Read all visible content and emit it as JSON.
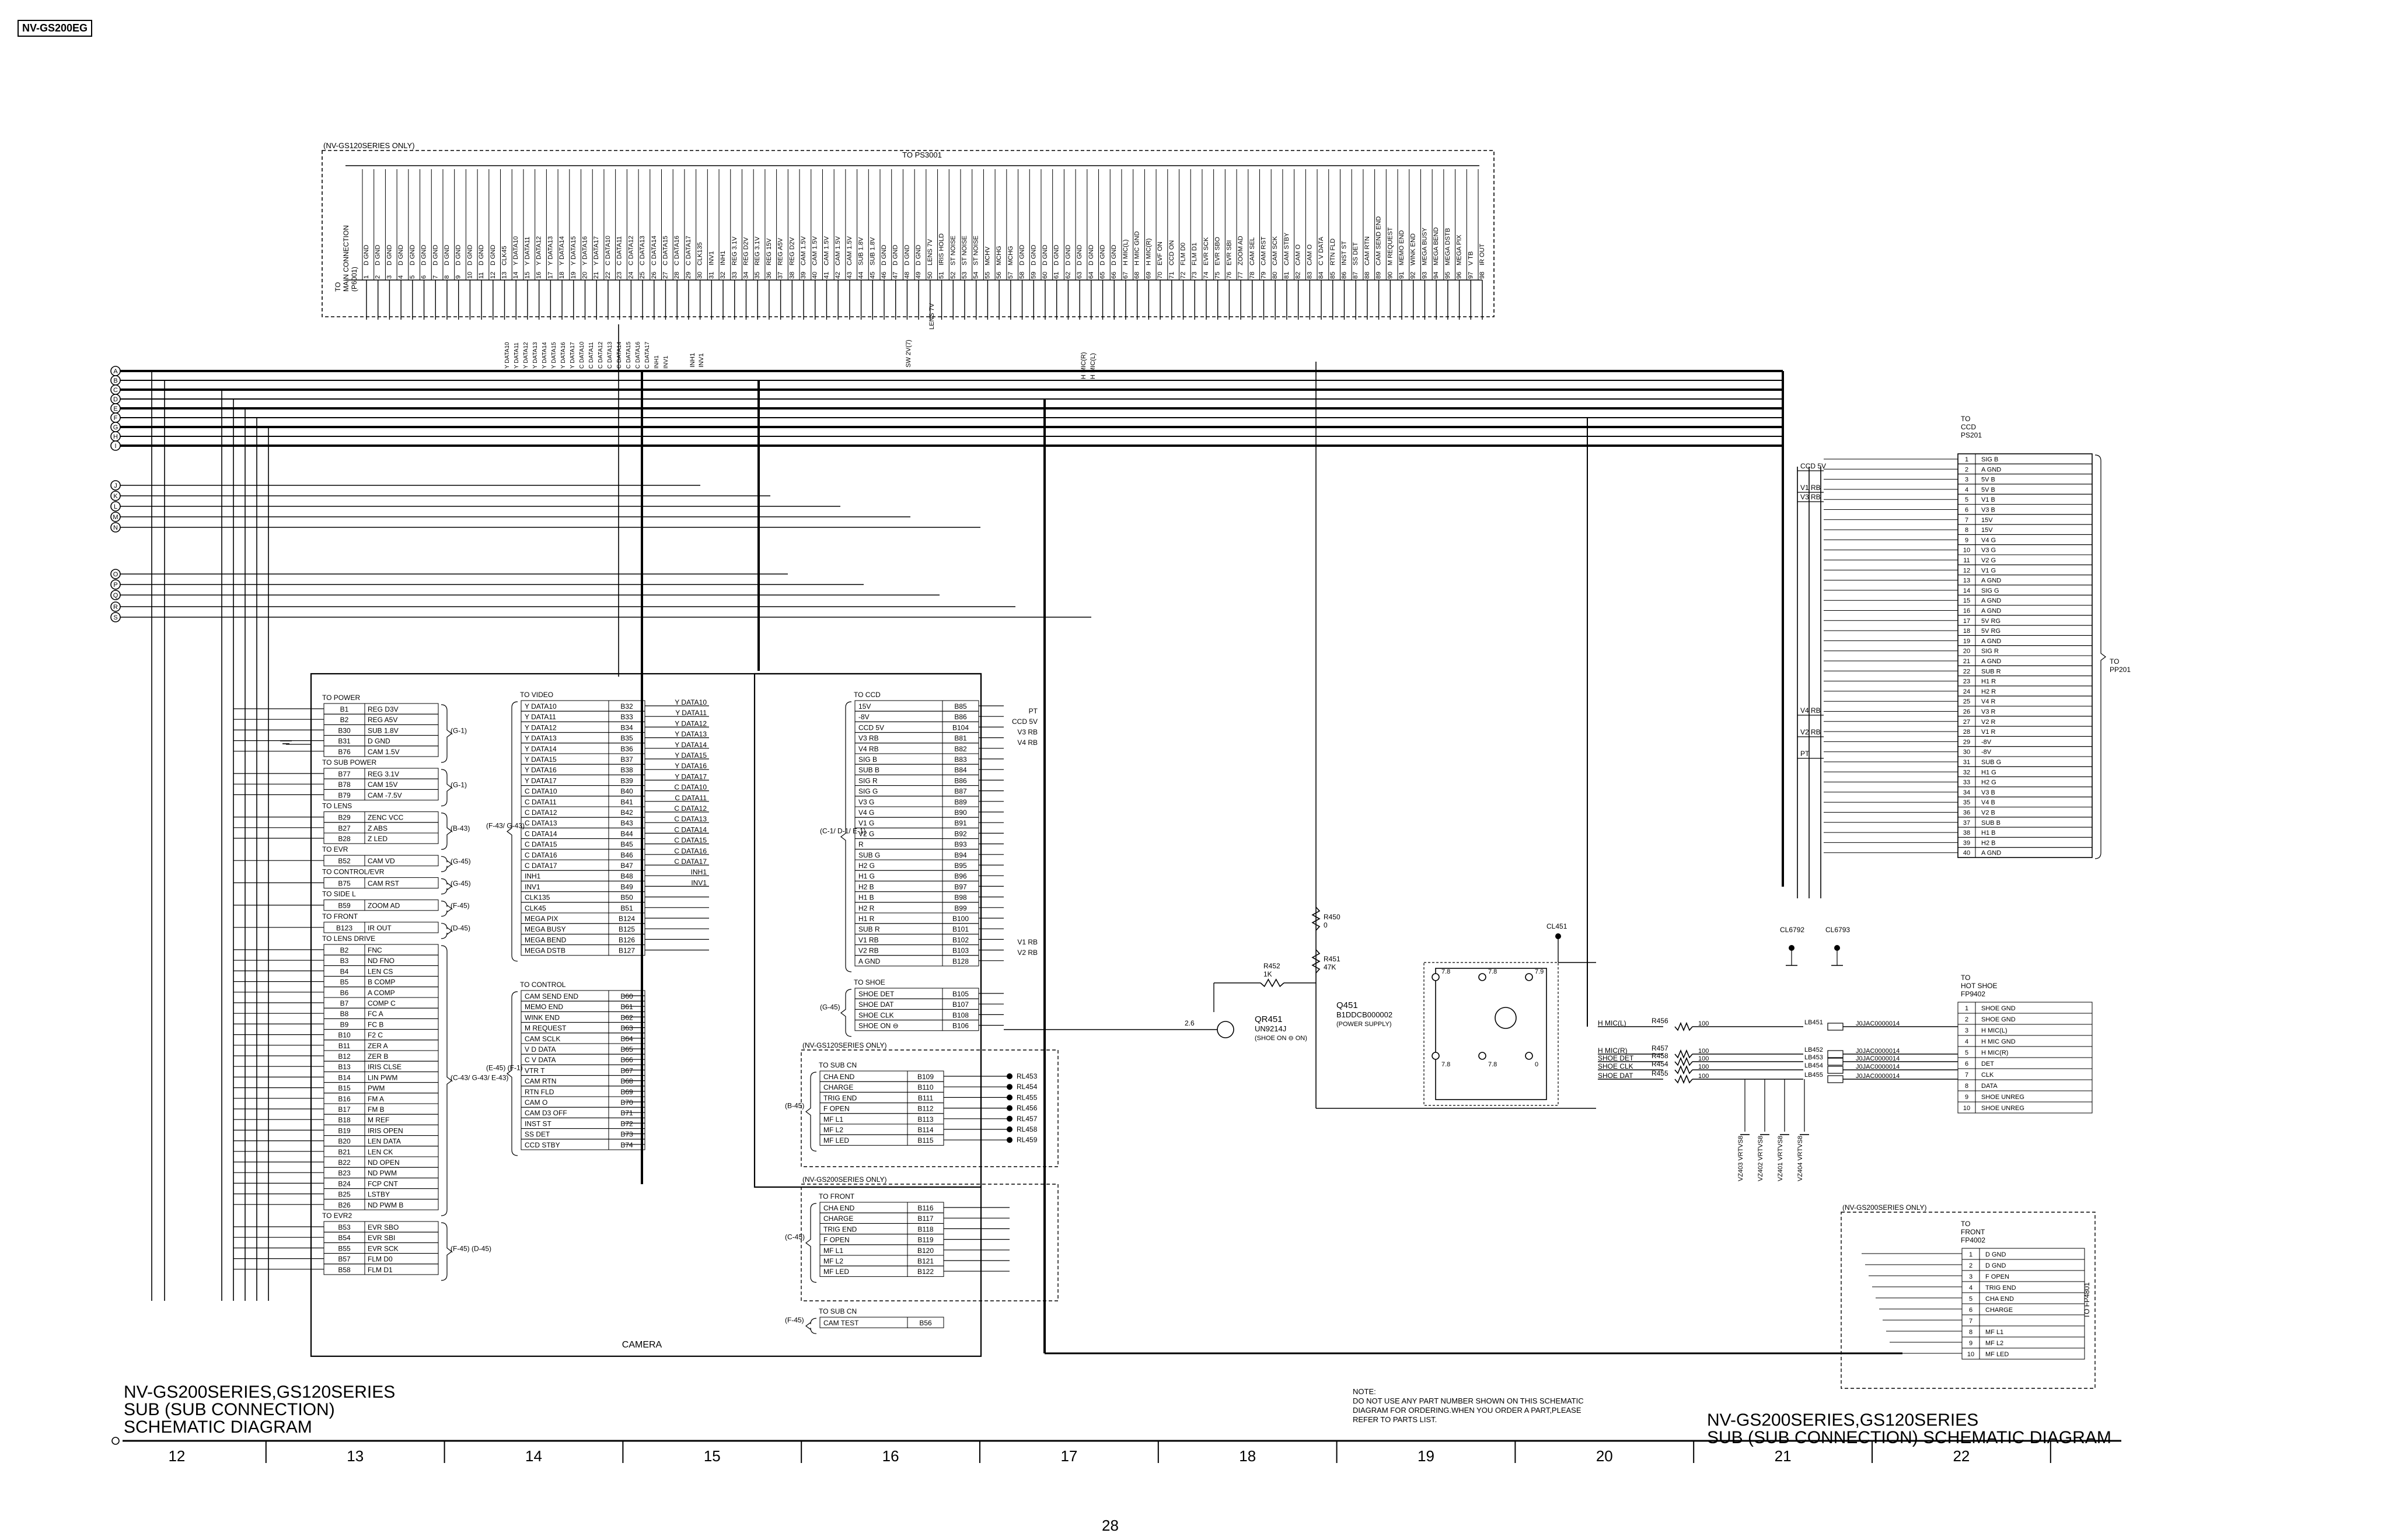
{
  "model_tag": "NV-GS200EG",
  "page_number": "28",
  "title_left": [
    "NV-GS200SERIES,GS120SERIES",
    "SUB (SUB CONNECTION)",
    "SCHEMATIC DIAGRAM"
  ],
  "title_right": [
    "NV-GS200SERIES,GS120SERIES",
    "SUB (SUB CONNECTION) SCHEMATIC DIAGRAM"
  ],
  "note": [
    "NOTE:",
    "DO NOT USE ANY PART NUMBER SHOWN ON THIS SCHEMATIC",
    "DIAGRAM FOR ORDERING.WHEN YOU ORDER A PART,PLEASE",
    "REFER TO PARTS LIST."
  ],
  "grid_numbers": [
    "12",
    "13",
    "14",
    "15",
    "16",
    "17",
    "18",
    "19",
    "20",
    "21",
    "22"
  ],
  "top_connector": {
    "scope": "(NV-GS120SERIES ONLY)",
    "dest": "TO PS3001",
    "side_label": [
      "TO",
      "MAIN CONNECTION",
      "(P6001)"
    ],
    "pins": [
      "D GND",
      "D GND",
      "D GND",
      "D GND",
      "D GND",
      "D GND",
      "D GND",
      "D GND",
      "D GND",
      "D GND",
      "D GND",
      "D GND",
      "CLK45",
      "Y DATA10",
      "Y DATA11",
      "Y DATA12",
      "Y DATA13",
      "Y DATA14",
      "Y DATA15",
      "Y DATA16",
      "Y DATA17",
      "C DATA10",
      "C DATA11",
      "C DATA12",
      "C DATA13",
      "C DATA14",
      "C DATA15",
      "C DATA16",
      "C DATA17",
      "CLK135",
      "INV1",
      "INH1",
      "REG 3.1V",
      "REG D2V",
      "REG 3.1V",
      "REG 15V",
      "REG A5V",
      "REG D2V",
      "CAM 1.5V",
      "CAM 1.5V",
      "CAM 1.5V",
      "CAM 1.5V",
      "CAM 1.5V",
      "SUB 1.8V",
      "SUB 1.8V",
      "D GND",
      "D GND",
      "D GND",
      "D GND",
      "LENS 7V",
      "IRIS HOLD",
      "ST NOISE",
      "ST NOISE",
      "ST NOISE",
      "MCHV",
      "MCHG",
      "MCHG",
      "D GND",
      "D GND",
      "D GND",
      "D GND",
      "D GND",
      "D GND",
      "D GND",
      "D GND",
      "D GND",
      "H MIC(L)",
      "H MIC GND",
      "H MIC(R)",
      "EVF ON",
      "CCD ON",
      "FLM D0",
      "FLM D1",
      "EVR SCK",
      "EVR SBO",
      "EVR SBI",
      "ZOOM AD",
      "CAM SEL",
      "CAM RST",
      "CAM SCK",
      "CAM STBY",
      "CAM O",
      "CAM O",
      "C V DATA",
      "RTN FLD",
      "INST ST",
      "SS DET",
      "CAM RTN",
      "CAM SEND END",
      "M REQUEST",
      "MEMO END",
      "WINK END",
      "MEGA BUSY",
      "MEGA BEND",
      "MEGA DSTB",
      "MEGA PIX",
      "V TB",
      "IR OUT"
    ]
  },
  "bus_letters_a": [
    "A",
    "B",
    "C",
    "D",
    "E",
    "F",
    "G",
    "H",
    "I"
  ],
  "bus_letters_b": [
    "J",
    "K",
    "L",
    "M",
    "N"
  ],
  "bus_letters_c": [
    "O",
    "P",
    "Q",
    "R",
    "S"
  ],
  "camera": {
    "label": "CAMERA",
    "blocks": [
      {
        "head": "TO POWER",
        "ref": "(G-1)",
        "rows": [
          [
            "B1",
            "REG D3V"
          ],
          [
            "B2",
            "REG A5V"
          ],
          [
            "B30",
            "SUB 1.8V"
          ],
          [
            "B31",
            "D GND"
          ],
          [
            "B76",
            "CAM 1.5V"
          ]
        ]
      },
      {
        "head": "TO SUB POWER",
        "ref": "(G-1)",
        "rows": [
          [
            "B77",
            "REG 3.1V"
          ],
          [
            "B78",
            "CAM 15V"
          ],
          [
            "B79",
            "CAM -7.5V"
          ]
        ]
      },
      {
        "head": "TO LENS",
        "ref": "(B-43)",
        "rows": [
          [
            "B29",
            "ZENC VCC"
          ],
          [
            "B27",
            "Z ABS"
          ],
          [
            "B28",
            "Z LED"
          ]
        ]
      },
      {
        "head": "TO EVR",
        "ref": "(G-45)",
        "rows": [
          [
            "B52",
            "CAM VD"
          ]
        ]
      },
      {
        "head": "TO CONTROL/EVR",
        "ref": "(G-45)",
        "rows": [
          [
            "B75",
            "CAM RST"
          ]
        ]
      },
      {
        "head": "TO SIDE L",
        "ref": "(F-45)",
        "rows": [
          [
            "B59",
            "ZOOM AD"
          ]
        ]
      },
      {
        "head": "TO FRONT",
        "ref": "(D-45)",
        "rows": [
          [
            "B123",
            "IR OUT"
          ]
        ]
      },
      {
        "head": "TO LENS DRIVE",
        "ref": "(C-43/ G-43/ E-43)",
        "rows": [
          [
            "B2",
            "FNC"
          ],
          [
            "B3",
            "ND FNO"
          ],
          [
            "B4",
            "LEN CS"
          ],
          [
            "B5",
            "B COMP"
          ],
          [
            "B6",
            "A COMP"
          ],
          [
            "B7",
            "COMP C"
          ],
          [
            "B8",
            "FC A"
          ],
          [
            "B9",
            "FC B"
          ],
          [
            "B10",
            "F2 C"
          ],
          [
            "B11",
            "ZER A"
          ],
          [
            "B12",
            "ZER B"
          ],
          [
            "B13",
            "IRIS CLSE"
          ],
          [
            "B14",
            "LIN PWM"
          ],
          [
            "B15",
            "PWM"
          ],
          [
            "B16",
            "FM A"
          ],
          [
            "B17",
            "FM B"
          ],
          [
            "B18",
            "M REF"
          ],
          [
            "B19",
            "IRIS OPEN"
          ],
          [
            "B20",
            "LEN DATA"
          ],
          [
            "B21",
            "LEN CK"
          ],
          [
            "B22",
            "ND OPEN"
          ],
          [
            "B23",
            "ND PWM"
          ],
          [
            "B24",
            "FCP CNT"
          ],
          [
            "B25",
            "LSTBY"
          ],
          [
            "B26",
            "ND PWM B"
          ]
        ]
      },
      {
        "head": "TO EVR2",
        "ref": "(F-45) (D-45)",
        "rows": [
          [
            "B53",
            "EVR SBO"
          ],
          [
            "B54",
            "EVR SBI"
          ],
          [
            "B55",
            "EVR SCK"
          ],
          [
            "B57",
            "FLM D0"
          ],
          [
            "B58",
            "FLM D1"
          ]
        ]
      }
    ],
    "video": {
      "head": "TO VIDEO",
      "ref": "(F-43/ G-43)",
      "rows": [
        [
          "B32",
          "Y DATA10"
        ],
        [
          "B33",
          "Y DATA11"
        ],
        [
          "B34",
          "Y DATA12"
        ],
        [
          "B35",
          "Y DATA13"
        ],
        [
          "B36",
          "Y DATA14"
        ],
        [
          "B37",
          "Y DATA15"
        ],
        [
          "B38",
          "Y DATA16"
        ],
        [
          "B39",
          "Y DATA17"
        ],
        [
          "B40",
          "C DATA10"
        ],
        [
          "B41",
          "C DATA11"
        ],
        [
          "B42",
          "C DATA12"
        ],
        [
          "B43",
          "C DATA13"
        ],
        [
          "B44",
          "C DATA14"
        ],
        [
          "B45",
          "C DATA15"
        ],
        [
          "B46",
          "C DATA16"
        ],
        [
          "B47",
          "C DATA17"
        ],
        [
          "B48",
          "INH1"
        ],
        [
          "B49",
          "INV1"
        ],
        [
          "B50",
          "CLK135"
        ],
        [
          "B51",
          "CLK45"
        ],
        [
          "B124",
          "MEGA PIX"
        ],
        [
          "B125",
          "MEGA BUSY"
        ],
        [
          "B126",
          "MEGA BEND"
        ],
        [
          "B127",
          "MEGA DSTB"
        ]
      ]
    },
    "video_out": [
      "Y DATA10",
      "Y DATA11",
      "Y DATA12",
      "Y DATA13",
      "Y DATA14",
      "Y DATA15",
      "Y DATA16",
      "Y DATA17",
      "C DATA10",
      "C DATA11",
      "C DATA12",
      "C DATA13",
      "C DATA14",
      "C DATA15",
      "C DATA16",
      "C DATA17",
      "INH1",
      "INV1"
    ],
    "control": {
      "head": "TO CONTROL",
      "ref": "(E-45) (F-1)",
      "rows": [
        [
          "B60",
          "CAM SEND END"
        ],
        [
          "B61",
          "MEMO END"
        ],
        [
          "B62",
          "WINK END"
        ],
        [
          "B63",
          "M REQUEST"
        ],
        [
          "B64",
          "CAM SCLK"
        ],
        [
          "B65",
          "V D DATA"
        ],
        [
          "B66",
          "C V DATA"
        ],
        [
          "B67",
          "VTR T"
        ],
        [
          "B68",
          "CAM RTN"
        ],
        [
          "B69",
          "RTN FLD"
        ],
        [
          "B70",
          "CAM O"
        ],
        [
          "B71",
          "CAM D3 OFF"
        ],
        [
          "B72",
          "INST ST"
        ],
        [
          "B73",
          "SS DET"
        ],
        [
          "B74",
          "CCD STBY"
        ]
      ]
    },
    "ccd": {
      "head": "TO CCD",
      "ref": "(C-1/ D-1/ E-1)",
      "rows": [
        [
          "B85",
          "15V"
        ],
        [
          "B86",
          "-8V"
        ],
        [
          "B104",
          "CCD 5V"
        ],
        [
          "B81",
          "V3 RB"
        ],
        [
          "B82",
          "V4 RB"
        ],
        [
          "B83",
          "SIG B"
        ],
        [
          "B84",
          "SUB B"
        ],
        [
          "B86",
          "SIG R"
        ],
        [
          "B87",
          "SIG G"
        ],
        [
          "B89",
          "V3 G"
        ],
        [
          "B90",
          "V4 G"
        ],
        [
          "B91",
          "V1 G"
        ],
        [
          "B92",
          "V2 G"
        ],
        [
          "B93",
          "R"
        ],
        [
          "B94",
          "SUB G"
        ],
        [
          "B95",
          "H2 G"
        ],
        [
          "B96",
          "H1 G"
        ],
        [
          "B97",
          "H2 B"
        ],
        [
          "B98",
          "H1 B"
        ],
        [
          "B99",
          "H2 R"
        ],
        [
          "B100",
          "H1 R"
        ],
        [
          "B101",
          "SUB R"
        ],
        [
          "B102",
          "V1 RB"
        ],
        [
          "B103",
          "V2 RB"
        ],
        [
          "B128",
          "A GND"
        ]
      ]
    },
    "ccd_out": [
      "PT",
      "CCD 5V",
      "V3 RB",
      "V4 RB",
      "V1 RB",
      "V2 RB"
    ],
    "shoe": {
      "head": "TO SHOE",
      "ref": "(G-45)",
      "rows": [
        [
          "B105",
          "SHOE DET"
        ],
        [
          "B107",
          "SHOE DAT"
        ],
        [
          "B108",
          "SHOE CLK"
        ],
        [
          "B106",
          "SHOE ON ⊖"
        ]
      ]
    },
    "sub_cn1": {
      "scope": "(NV-GS120SERIES ONLY)",
      "head": "TO SUB CN",
      "ref": "(B-45)",
      "rows": [
        [
          "B109",
          "CHA END"
        ],
        [
          "B110",
          "CHARGE"
        ],
        [
          "B111",
          "TRIG END"
        ],
        [
          "B112",
          "F OPEN"
        ],
        [
          "B113",
          "MF L1"
        ],
        [
          "B114",
          "MF L2"
        ],
        [
          "B115",
          "MF LED"
        ]
      ],
      "rl": [
        "RL453",
        "RL454",
        "RL455",
        "RL456",
        "RL457",
        "RL458",
        "RL459"
      ]
    },
    "front": {
      "scope": "(NV-GS200SERIES ONLY)",
      "head": "TO FRONT",
      "ref": "(C-45)",
      "rows": [
        [
          "B116",
          "CHA END"
        ],
        [
          "B117",
          "CHARGE"
        ],
        [
          "B118",
          "TRIG END"
        ],
        [
          "B119",
          "F OPEN"
        ],
        [
          "B120",
          "MF L1"
        ],
        [
          "B121",
          "MF L2"
        ],
        [
          "B122",
          "MF LED"
        ]
      ]
    },
    "sub_cn2": {
      "head": "TO SUB CN",
      "ref": "(F-45)",
      "rows": [
        [
          "B56",
          "CAM TEST"
        ]
      ]
    }
  },
  "ccd_connector": {
    "header": [
      "TO",
      "CCD",
      "PS201"
    ],
    "side": [
      "TO",
      "PP201"
    ],
    "pins": [
      "SIG B",
      "A GND",
      "5V B",
      "5V B",
      "V1 B",
      "V3 B",
      "15V",
      "15V",
      "V4 G",
      "V3 G",
      "V2 G",
      "V1 G",
      "A GND",
      "SIG G",
      "A GND",
      "A GND",
      "5V RG",
      "5V RG",
      "A GND",
      "SIG R",
      "A GND",
      "SUB R",
      "H1 R",
      "H2 R",
      "V4 R",
      "V3 R",
      "V2 R",
      "V1 R",
      "-8V",
      "-8V",
      "SUB G",
      "H1 G",
      "H2 G",
      "V3 B",
      "V4 B",
      "V2 B",
      "SUB B",
      "H1 B",
      "H2 B",
      "A GND"
    ],
    "wire_labels": [
      "CCD 5V",
      "V1 RB",
      "V3 RB",
      "V4 RB",
      "V2 RB",
      "PT"
    ]
  },
  "hot_shoe": {
    "header": [
      "TO",
      "HOT SHOE",
      "FP9402"
    ],
    "pins": [
      "SHOE GND",
      "SHOE GND",
      "H MIC(L)",
      "H MIC GND",
      "H MIC(R)",
      "DET",
      "CLK",
      "DATA",
      "SHOE UNREG",
      "SHOE UNREG"
    ],
    "signals": [
      "H MIC(L)",
      "H MIC(R)",
      "SHOE DET",
      "SHOE CLK",
      "SHOE DAT"
    ],
    "resistors": [
      "R456",
      "R457",
      "R458",
      "R454",
      "R455"
    ],
    "res_values": [
      "100",
      "100",
      "100",
      "100",
      "100"
    ],
    "beads": [
      "LB451",
      "LB452",
      "LB453",
      "LB454",
      "LB455"
    ],
    "bead_parts": [
      "J0JAC0000014",
      "J0JAC0000014",
      "J0JAC0000014",
      "J0JAC0000014",
      "J0JAC0000014"
    ],
    "varistors": [
      "VZ403 VRTVS8",
      "VZ402 VRTVS8",
      "VZ401 VRTVS8",
      "VZ404 VRTVS8"
    ]
  },
  "front_connector": {
    "scope": "(NV-GS200SERIES ONLY)",
    "header": [
      "TO",
      "FRONT",
      "FP4002"
    ],
    "side": "TO FP4801",
    "pins": [
      "D GND",
      "D GND",
      "F OPEN",
      "TRIG END",
      "CHA END",
      "CHARGE",
      "",
      "MF L1",
      "MF L2",
      "MF LED"
    ]
  },
  "power": {
    "q451": [
      "Q451",
      "B1DDCB000002",
      "(POWER SUPPLY)"
    ],
    "qr451": [
      "QR451",
      "UN9214J",
      "(SHOE ON ⊖ ON)"
    ],
    "r450": [
      "R450",
      "0"
    ],
    "r451": [
      "R451",
      "47K"
    ],
    "r452": [
      "R452",
      "1K"
    ],
    "cl451": "CL451",
    "cl6792": "CL6792",
    "cl6793": "CL6793",
    "v26": "2.6",
    "q_pins": [
      "7.8",
      "7.8",
      "7.9",
      "7.8",
      "7.8",
      "0"
    ]
  },
  "misc": {
    "lens_label": "LENS 7V",
    "sw_label": "SW 2V(7)",
    "inh_inv": [
      "INH1",
      "INV1"
    ],
    "hmic": [
      "H MIC(R)",
      "H MIC(L)"
    ]
  }
}
